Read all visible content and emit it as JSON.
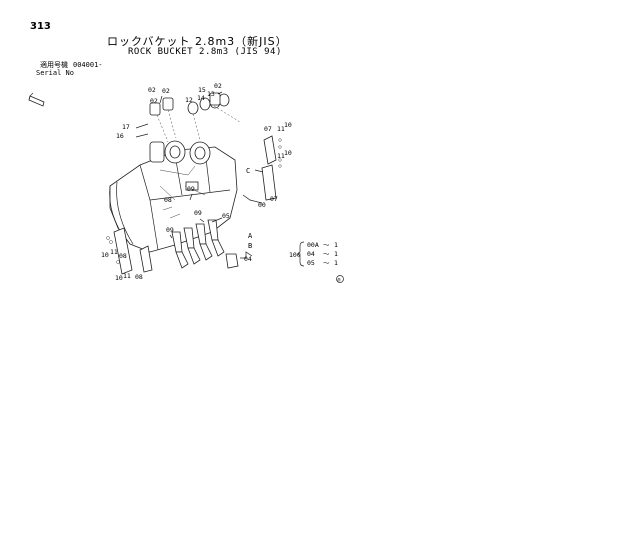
{
  "header": {
    "page_number": "313",
    "title_jp": "ロックバケット 2.8m3（新JIS）",
    "title_en": "ROCK BUCKET 2.8m3 (JIS 94)",
    "serial_label_jp": "適用号機",
    "serial_value": "004001-",
    "serial_label_en": "Serial No"
  },
  "callouts": {
    "c02a": "02",
    "c02b": "02",
    "c02c": "02",
    "c12": "12",
    "c14": "14",
    "c13": "13",
    "c15": "15",
    "c17": "17",
    "c16": "16",
    "c07a": "07",
    "c11a": "11",
    "c10a": "10",
    "c11b": "11",
    "c10b": "10",
    "cC": "C",
    "c00": "00",
    "c07b": "07",
    "c08a": "08",
    "c09a": "09",
    "c09b": "09",
    "c09c": "09",
    "c05": "05",
    "cA": "A",
    "cB": "B",
    "c04": "04",
    "c10c": "10",
    "c11c": "11",
    "c08b": "08",
    "c10d": "10",
    "c11d": "11",
    "c08c": "08"
  },
  "assembly_table": {
    "ref": "100",
    "rows": [
      {
        "part": "00A",
        "qty": "1"
      },
      {
        "part": "04",
        "qty": "1"
      },
      {
        "part": "05",
        "qty": "1"
      }
    ],
    "tilde": "～"
  },
  "marks": {
    "registered": "®"
  }
}
